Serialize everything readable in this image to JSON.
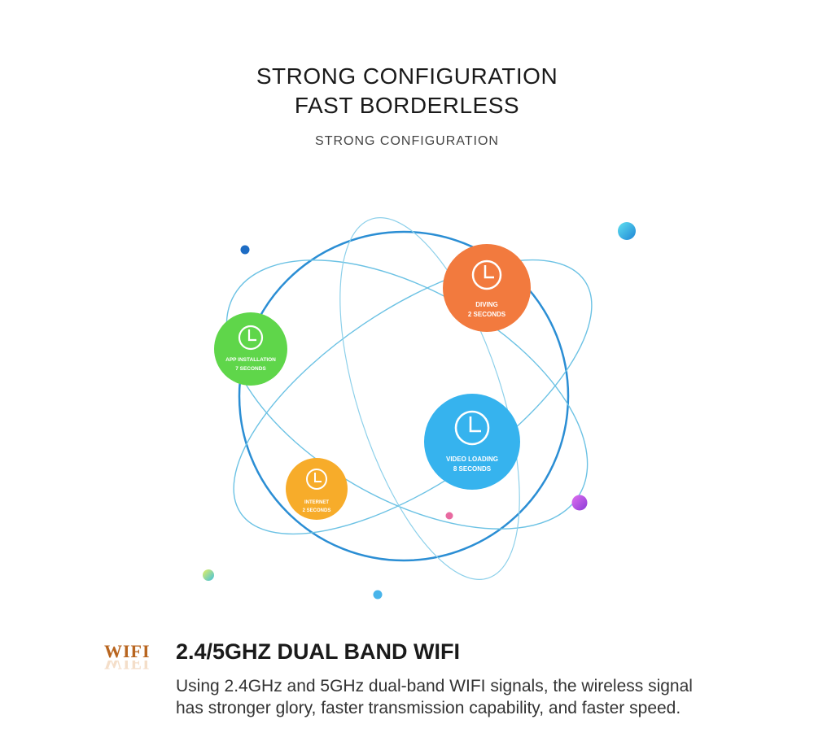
{
  "header": {
    "title_line1": "STRONG CONFIGURATION",
    "title_line2": "FAST BORDERLESS",
    "subtitle": "STRONG CONFIGURATION"
  },
  "nodes": [
    {
      "id": "diving",
      "line1": "DIVING",
      "line2": "2 SECONDS",
      "color": "#f27a3e",
      "icon": "clock-icon"
    },
    {
      "id": "app-installation",
      "line1": "APP INSTALLATION",
      "line2": "7 SECONDS",
      "color": "#5fd64a",
      "icon": "clock-icon"
    },
    {
      "id": "video-loading",
      "line1": "VIDEO LOADING",
      "line2": "8 SECONDS",
      "color": "#36b3ee",
      "icon": "clock-icon"
    },
    {
      "id": "internet",
      "line1": "INTERNET",
      "line2": "2 SECONDS",
      "color": "#f7ac2a",
      "icon": "clock-icon"
    }
  ],
  "feature": {
    "logo_text": "WIFI",
    "title": "2.4/5GHZ DUAL BAND WIFI",
    "description": "Using 2.4GHz and 5GHz dual-band WIFI signals, the wireless signal has stronger glory, faster transmission capability, and faster speed."
  }
}
